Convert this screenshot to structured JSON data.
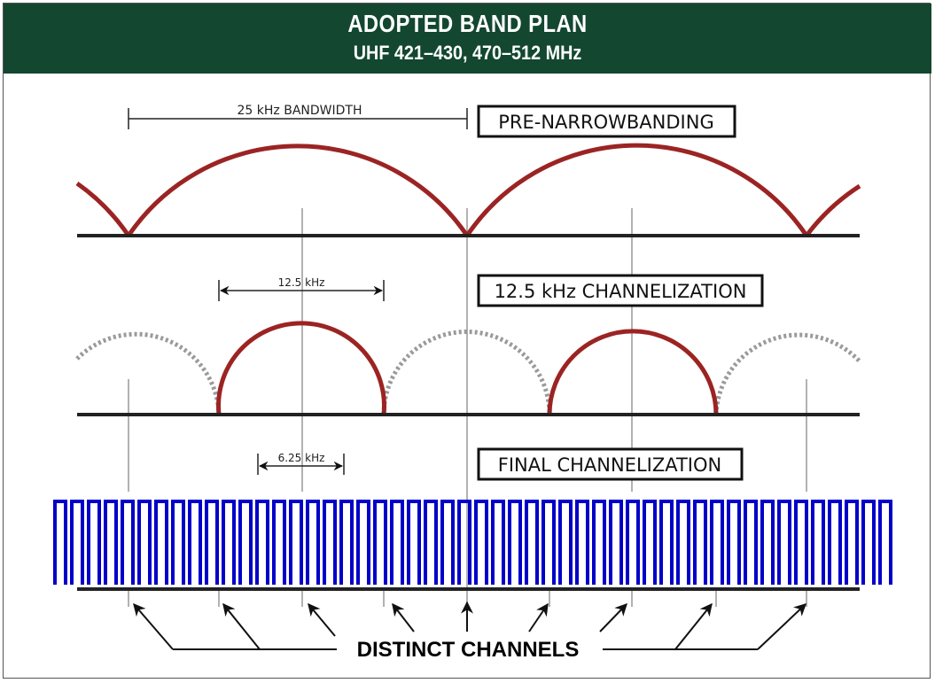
{
  "header": {
    "title": "ADOPTED BAND PLAN",
    "subtitle": "UHF 421–430, 470–512 MHz"
  },
  "sections": {
    "pre": {
      "label": "PRE-NARROWBANDING",
      "dimension": "25 kHz BANDWIDTH"
    },
    "mid": {
      "label": "12.5 kHz CHANNELIZATION",
      "dimension": "12.5 kHz"
    },
    "final": {
      "label": "FINAL CHANNELIZATION",
      "dimension": "6.25 kHz"
    }
  },
  "callout": "DISTINCT CHANNELS",
  "colors": {
    "header": "#134730",
    "arc": "#9b2423",
    "dotted": "#9a9a9a",
    "pulse": "#0000c8"
  }
}
